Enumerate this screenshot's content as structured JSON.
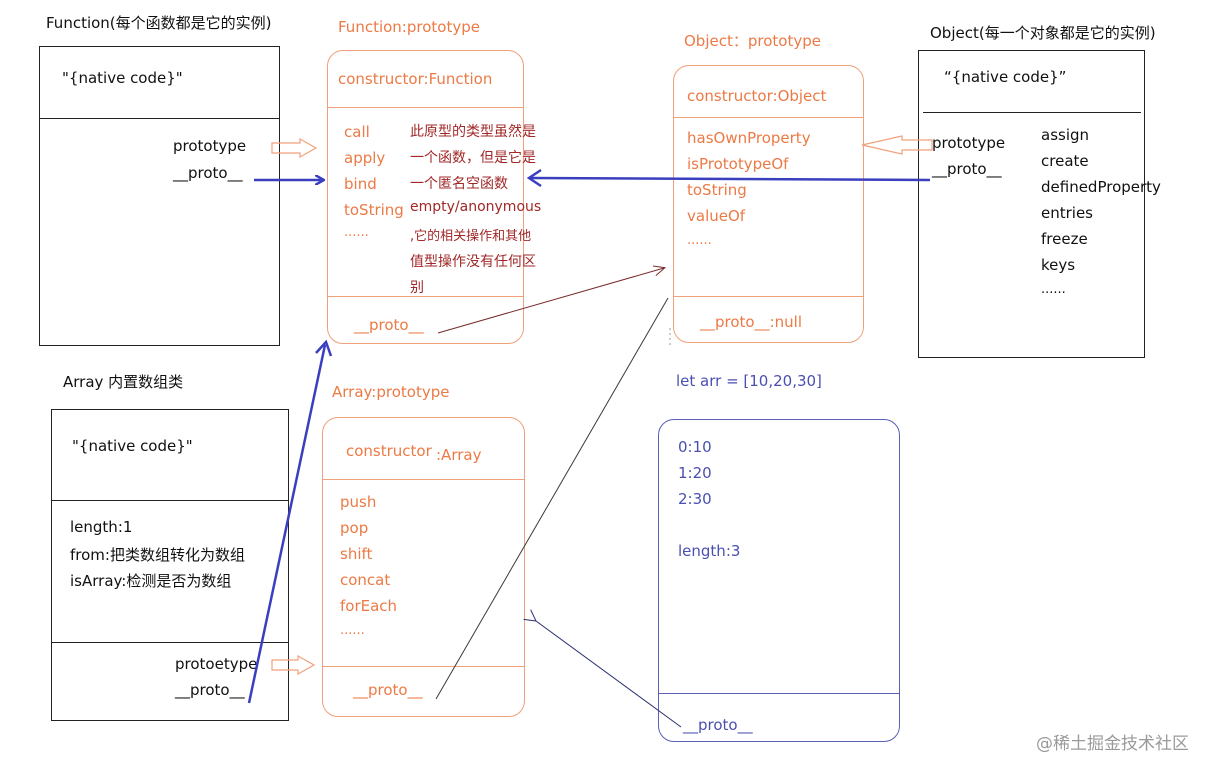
{
  "function_class": {
    "title": "Function(每个函数都是它的实例)",
    "native": "\"{native  code}\"",
    "prototype": "prototype",
    "proto": "__proto__"
  },
  "function_prototype": {
    "title": "Function:prototype",
    "constructor": "constructor:Function",
    "methods": [
      "call",
      "apply",
      "bind",
      "toString",
      "......"
    ],
    "note_lines": [
      "此原型的类型虽然是",
      "一个函数，但是它是",
      "一个匿名空函数",
      "empty/anonymous",
      ",它的相关操作和其他",
      "值型操作没有任何区",
      "别"
    ],
    "proto": "__proto__"
  },
  "object_prototype": {
    "title": "Object：prototype",
    "constructor": "constructor:Object",
    "methods": [
      "hasOwnProperty",
      "isPrototypeOf",
      "toString",
      "valueOf",
      "......"
    ],
    "proto": "__proto__:null"
  },
  "object_class": {
    "title": "Object(每一个对象都是它的实例)",
    "native": "“{native code}”",
    "prototype": "prototype",
    "proto": "__proto__",
    "methods": [
      "assign",
      "create",
      "definedProperty",
      "entries",
      "freeze",
      "keys",
      "......"
    ]
  },
  "array_class": {
    "title": "Array  内置数组类",
    "native": "\"{native  code}\"",
    "props": [
      "length:1",
      "from:把类数组转化为数组",
      "isArray:检测是否为数组"
    ],
    "prototype": "protoetype",
    "proto": "__proto__"
  },
  "array_prototype": {
    "title": "Array:prototype",
    "constructor": "constructor",
    "constructor_value": ":Array",
    "methods": [
      "push",
      "pop",
      "shift",
      "concat",
      "forEach",
      "......"
    ],
    "proto": "__proto__"
  },
  "arr_instance": {
    "title": "let arr = [10,20,30]",
    "entries": [
      "0:10",
      "1:20",
      "2:30"
    ],
    "length": "length:3",
    "proto": "__proto__"
  },
  "watermark": "@稀土掘金技术社区",
  "colors": {
    "black": "#222222",
    "orange": "#ec7a45",
    "dark_red": "#a12828",
    "blue": "#4a4fb0",
    "arrow_blue": "#3a3fc0",
    "line_brown": "#7a2a2a"
  }
}
